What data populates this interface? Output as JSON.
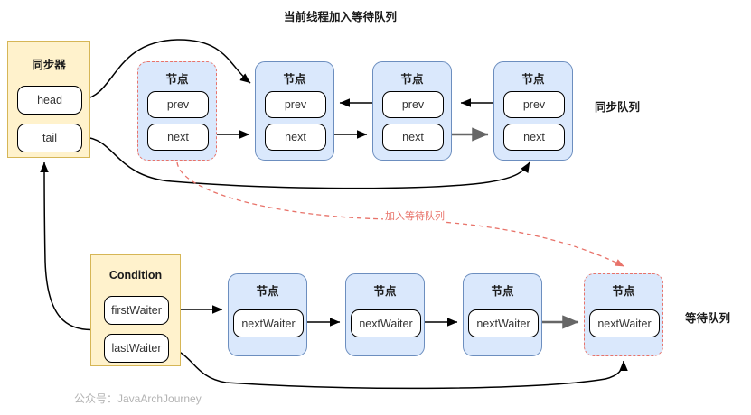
{
  "diagram": {
    "title": "当前线程加入等待队列",
    "watermark": "公众号：JavaArchJourney",
    "labels": {
      "sync_queue": "同步队列",
      "wait_queue": "等待队列",
      "join_wait_queue": "加入等待队列"
    },
    "colors": {
      "node_fill": "#dae8fc",
      "node_stroke": "#6c8ebf",
      "container_fill": "#fff2cc",
      "container_stroke": "#d6b656",
      "highlight_dashed": "#e8736a",
      "arrow_black": "#000000",
      "arrow_gray": "#666666",
      "watermark": "#b3b3b3"
    }
  },
  "synchronizer": {
    "title": "同步器",
    "fields": [
      {
        "label": "head"
      },
      {
        "label": "tail"
      }
    ]
  },
  "condition": {
    "title": "Condition",
    "fields": [
      {
        "label": "firstWaiter"
      },
      {
        "label": "lastWaiter"
      }
    ]
  },
  "sync_nodes": [
    {
      "title": "节点",
      "prev": "prev",
      "next": "next",
      "highlighted": true
    },
    {
      "title": "节点",
      "prev": "prev",
      "next": "next",
      "highlighted": false
    },
    {
      "title": "节点",
      "prev": "prev",
      "next": "next",
      "highlighted": false
    },
    {
      "title": "节点",
      "prev": "prev",
      "next": "next",
      "highlighted": false
    }
  ],
  "wait_nodes": [
    {
      "title": "节点",
      "next_waiter": "nextWaiter",
      "highlighted": false
    },
    {
      "title": "节点",
      "next_waiter": "nextWaiter",
      "highlighted": false
    },
    {
      "title": "节点",
      "next_waiter": "nextWaiter",
      "highlighted": false
    },
    {
      "title": "节点",
      "next_waiter": "nextWaiter",
      "highlighted": true
    }
  ]
}
